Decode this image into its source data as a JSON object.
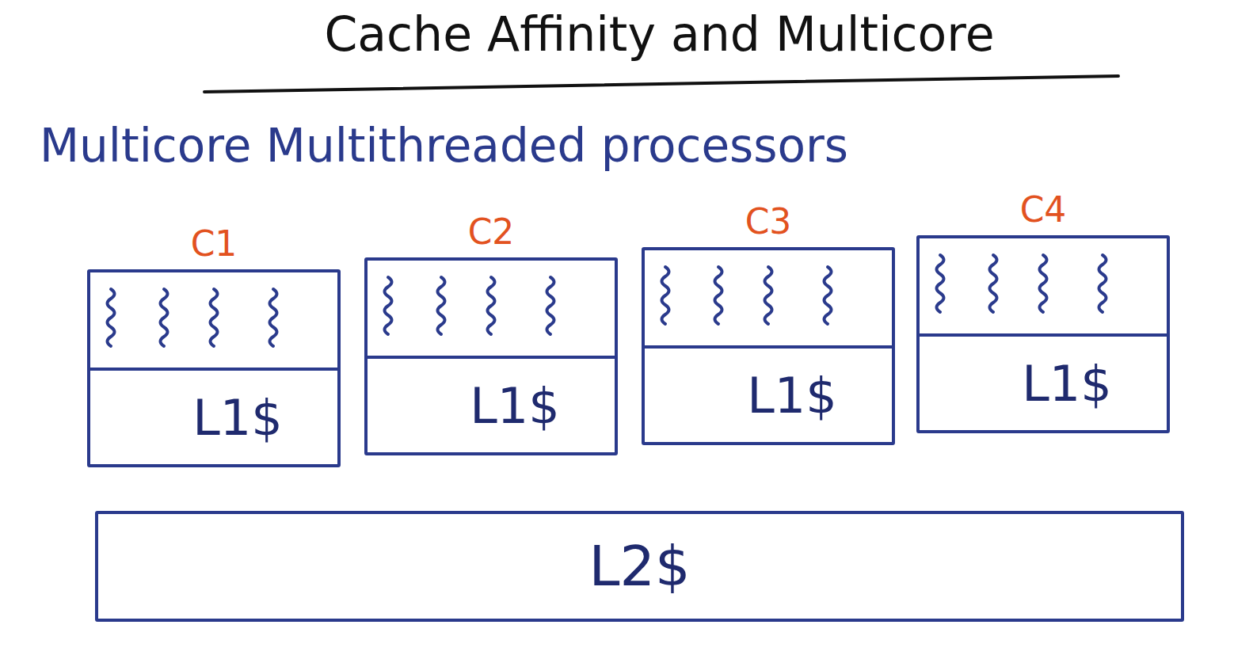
{
  "diagram": {
    "title": "Cache Affinity and Multicore",
    "nodes": [
      {
        "text": [
          "C1"
        ]
      },
      {
        "text": [
          "L1$"
        ],
        "in": 0
      },
      {
        "text": [
          "C2"
        ]
      },
      {
        "text": [
          "L1$"
        ],
        "in": 2
      },
      {
        "text": [
          "C3"
        ]
      },
      {
        "text": [
          "L1$"
        ],
        "in": 4
      },
      {
        "text": [
          "C4"
        ]
      },
      {
        "text": [
          "L1$"
        ],
        "in": 6
      },
      {
        "text": [
          "L2$"
        ]
      }
    ],
    "labels": [
      "Multicore Multithreaded processors"
    ]
  }
}
